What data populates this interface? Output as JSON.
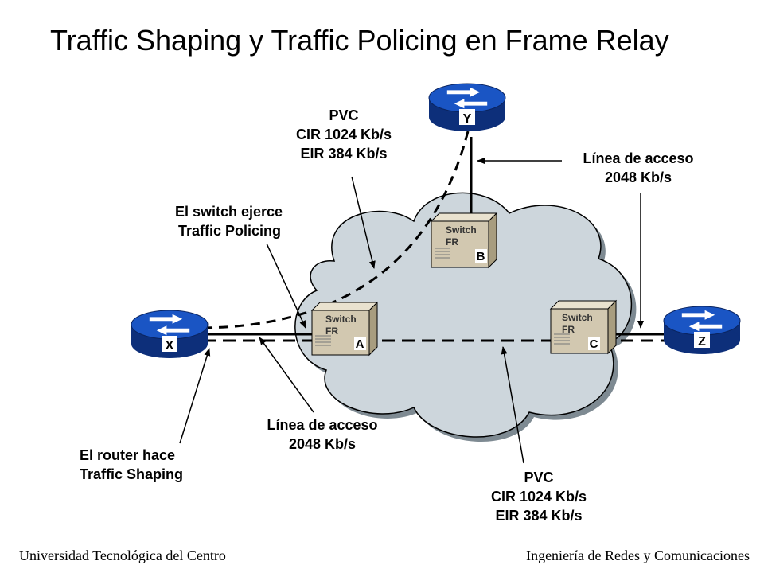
{
  "title": "Traffic Shaping y Traffic Policing en Frame Relay",
  "routers": {
    "x": "X",
    "y": "Y",
    "z": "Z"
  },
  "switches": {
    "a": {
      "label": "Switch\nFR",
      "letter": "A"
    },
    "b": {
      "label": "Switch\nFR",
      "letter": "B"
    },
    "c": {
      "label": "Switch\nFR",
      "letter": "C"
    }
  },
  "labels": {
    "pvc_top": [
      "PVC",
      "CIR 1024 Kb/s",
      "EIR 384 Kb/s"
    ],
    "access_top": [
      "Línea de acceso",
      "2048 Kb/s"
    ],
    "policing": [
      "El switch ejerce",
      "Traffic Policing"
    ],
    "access_bottom": [
      "Línea de acceso",
      "2048 Kb/s"
    ],
    "shaping": [
      "El router hace",
      "Traffic Shaping"
    ],
    "pvc_bottom": [
      "PVC",
      "CIR 1024 Kb/s",
      "EIR 384 Kb/s"
    ]
  },
  "footer": {
    "left": "Universidad Tecnológica del Centro",
    "right": "Ingeniería de Redes y Comunicaciones"
  },
  "colors": {
    "router": "#1a55c4",
    "cloud": "#cdd6dc",
    "switch": "#d2c8b0"
  }
}
